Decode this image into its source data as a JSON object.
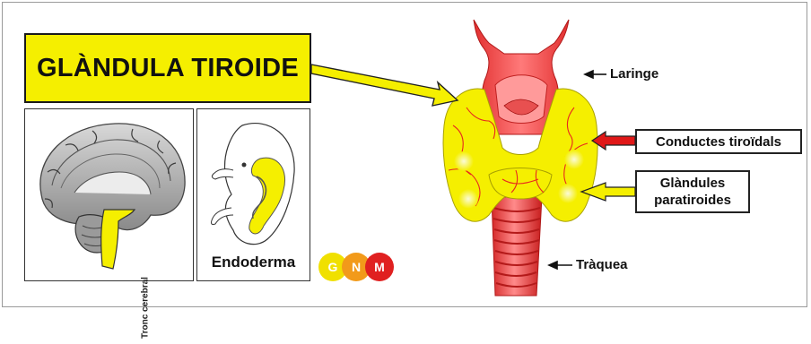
{
  "title": "GLÀNDULA TIROIDE",
  "labels": {
    "laringe": "Laringe",
    "conductes": "Conductes tiroïdals",
    "glandules_line1": "Glàndules",
    "glandules_line2": "paratiroides",
    "traquea": "Tràquea",
    "endoderma": "Endoderma",
    "tronc_cerebral": "Tronc cerebral"
  },
  "logo": {
    "letters": [
      "G",
      "N",
      "M"
    ],
    "colors": [
      "#f0e000",
      "#f29a1a",
      "#e02020"
    ]
  },
  "colors": {
    "accent_yellow": "#f5ef00",
    "tissue_red": "#f04a4a",
    "arrow_red": "#e01818"
  }
}
